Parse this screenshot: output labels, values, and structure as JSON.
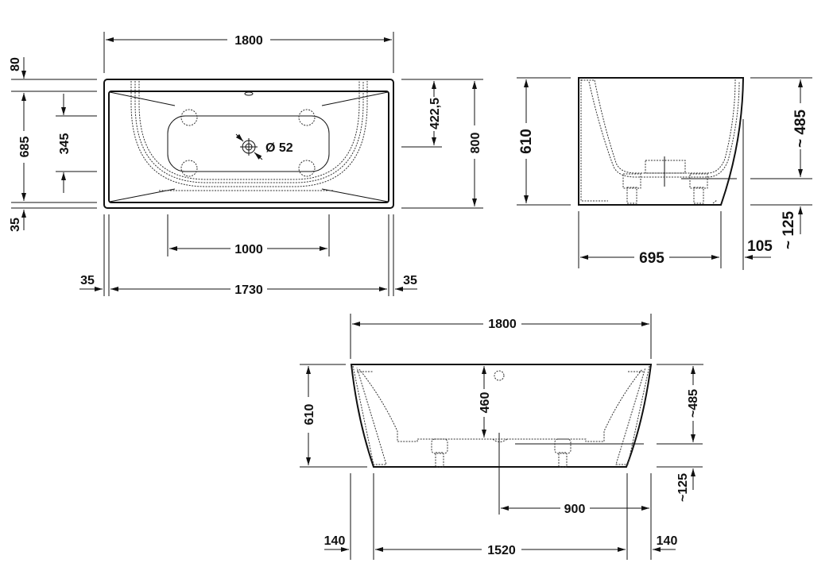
{
  "drawing": {
    "views": {
      "top": {
        "dimensions": {
          "overall_length": "1800",
          "rim_top": "80",
          "inner_width": "685",
          "drain_zone": "345",
          "rim_bottom": "35",
          "drain_offset": "422,5",
          "overall_width": "800",
          "foot_spacing": "1000",
          "inner_length": "1730",
          "rim_left": "35",
          "rim_right": "35",
          "drain_diameter": "Ø 52"
        }
      },
      "side": {
        "dimensions": {
          "height": "610",
          "depth": "695",
          "inner_depth": "~ 485",
          "base_height": "~ 125",
          "overhang": "105"
        }
      },
      "front": {
        "dimensions": {
          "overall_length": "1800",
          "height": "610",
          "water_depth": "460",
          "inner_depth": "~485",
          "base_height": "~125",
          "drain_offset": "900",
          "left_overhang": "140",
          "base_length": "1520",
          "right_overhang": "140"
        }
      }
    }
  }
}
